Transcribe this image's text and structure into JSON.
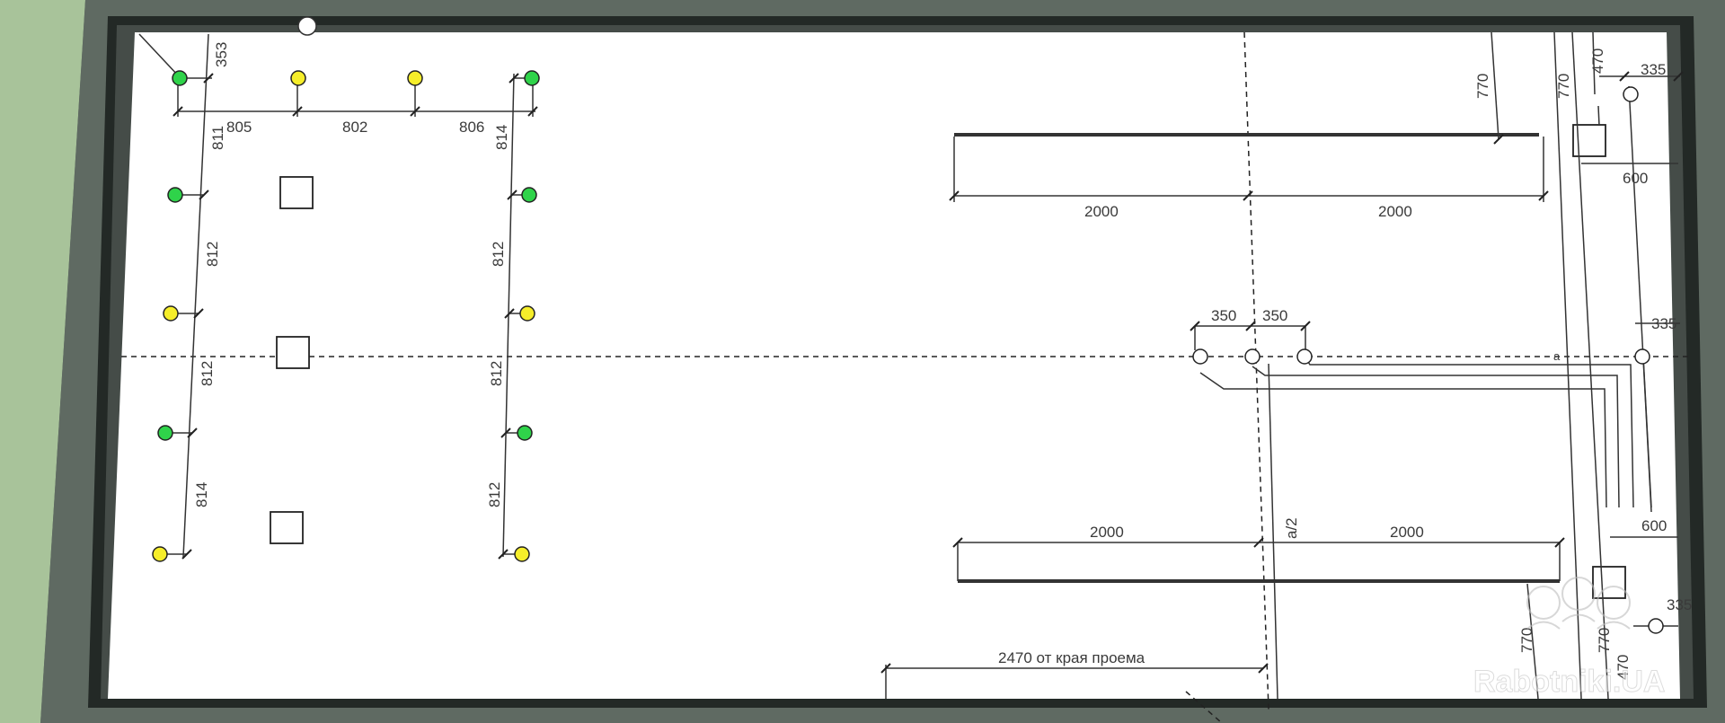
{
  "colors": {
    "background": "#5f6a62",
    "wall_outer": "#232926",
    "wall_inner": "#454c48",
    "floor": "#ffffff",
    "lamp_green": "#2fd34a",
    "lamp_yellow": "#f6ee2a",
    "line": "#222222"
  },
  "dimensions": {
    "top_offset": "353",
    "row_top": [
      "805",
      "802",
      "806"
    ],
    "left_column": [
      "811",
      "812",
      "812",
      "814"
    ],
    "right_column": [
      "814",
      "812",
      "812",
      "812"
    ],
    "top_beam": [
      "2000",
      "2000"
    ],
    "bottom_beam": [
      "2000",
      "2000"
    ],
    "mid_pair": [
      "350",
      "350"
    ],
    "upper_right_v1": "770",
    "upper_right_v2": "770",
    "upper_right_v3": "470",
    "upper_right_h1": "335",
    "upper_right_h2": "600",
    "mid_right_h": "335",
    "lower_right_h1": "600",
    "lower_right_h2": "335",
    "lower_right_v1": "770",
    "lower_right_v2": "770",
    "lower_right_v3": "470",
    "center_vertical": "a/2",
    "small_label": "a",
    "bottom_note": "2470 от края проема"
  },
  "lamps": {
    "left_column": [
      "green",
      "green",
      "yellow",
      "green",
      "yellow"
    ],
    "right_column": [
      "green",
      "green",
      "yellow",
      "green",
      "yellow"
    ],
    "top_row_middle": [
      "yellow",
      "yellow"
    ]
  },
  "icons": {
    "lamp": "round-light-fixture",
    "box": "ceiling-junction-box",
    "ring": "open-circle-point"
  },
  "watermark": "Rabotniki.UA"
}
